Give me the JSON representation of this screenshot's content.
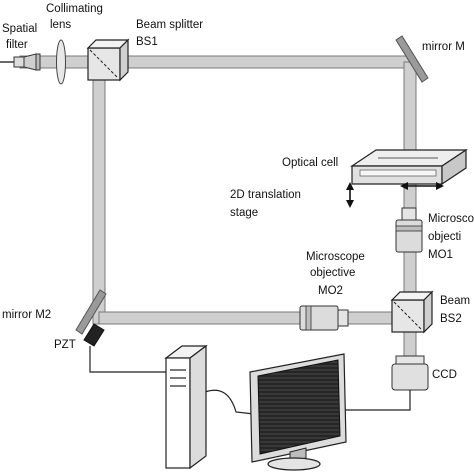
{
  "labels": {
    "spatial_filter_line1": "Spatial",
    "spatial_filter_line2": "filter",
    "collimating_lens_line1": "Collimating",
    "collimating_lens_line2": "lens",
    "beam_splitter_line1": "Beam splitter",
    "beam_splitter_line2": "BS1",
    "mirror_m1": "mirror M",
    "optical_cell": "Optical cell",
    "translation_stage_line1": "2D translation",
    "translation_stage_line2": "stage",
    "mo1_line1": "Microsco",
    "mo1_line2": "objecti",
    "mo1_line3": "MO1",
    "mo2_line1": "Microscope",
    "mo2_line2": "objective",
    "mo2_line3": "MO2",
    "mirror_m2": "mirror M2",
    "pzt": "PZT",
    "bs2_line1": "Beam",
    "bs2_line2": "BS2",
    "ccd": "CCD"
  },
  "colors": {
    "beam_fill": "#cfcfcf",
    "beam_edge": "#7a7a7a",
    "mirror": "#9a9a9a",
    "pzt": "#222222",
    "component_fill": "#e6e6e6",
    "monitor_screen": "#2b2b2b"
  }
}
